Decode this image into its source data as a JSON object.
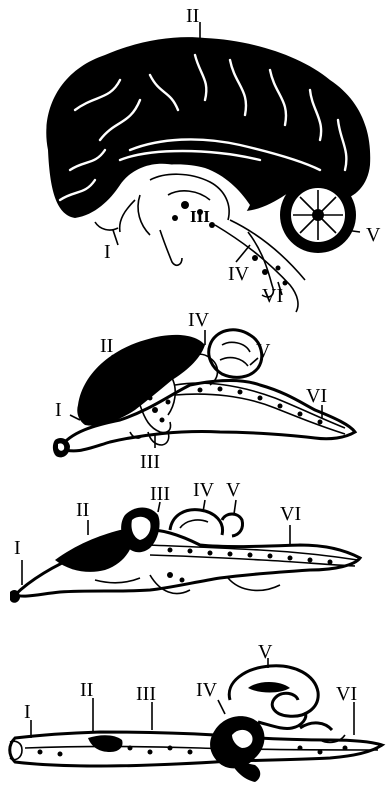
{
  "panels": [
    {
      "id": "human",
      "labels": [
        "II",
        "I",
        "III",
        "IV",
        "VI",
        "V"
      ]
    },
    {
      "id": "mammal",
      "labels": [
        "IV",
        "V",
        "II",
        "I",
        "VI",
        "III"
      ]
    },
    {
      "id": "reptile",
      "labels": [
        "II",
        "III",
        "IV",
        "V",
        "VI",
        "I"
      ]
    },
    {
      "id": "fish",
      "labels": [
        "V",
        "IV",
        "VI",
        "I",
        "II",
        "III"
      ]
    }
  ]
}
